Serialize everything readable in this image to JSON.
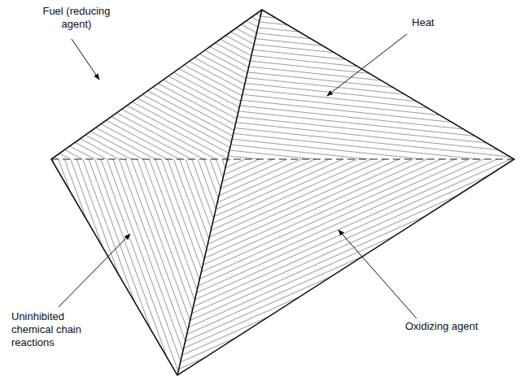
{
  "diagram": {
    "labels": [
      "Fuel (reducing agent)",
      "Heat",
      "Uninhibited chemical chain reactions",
      "Oxidizing agent"
    ]
  }
}
